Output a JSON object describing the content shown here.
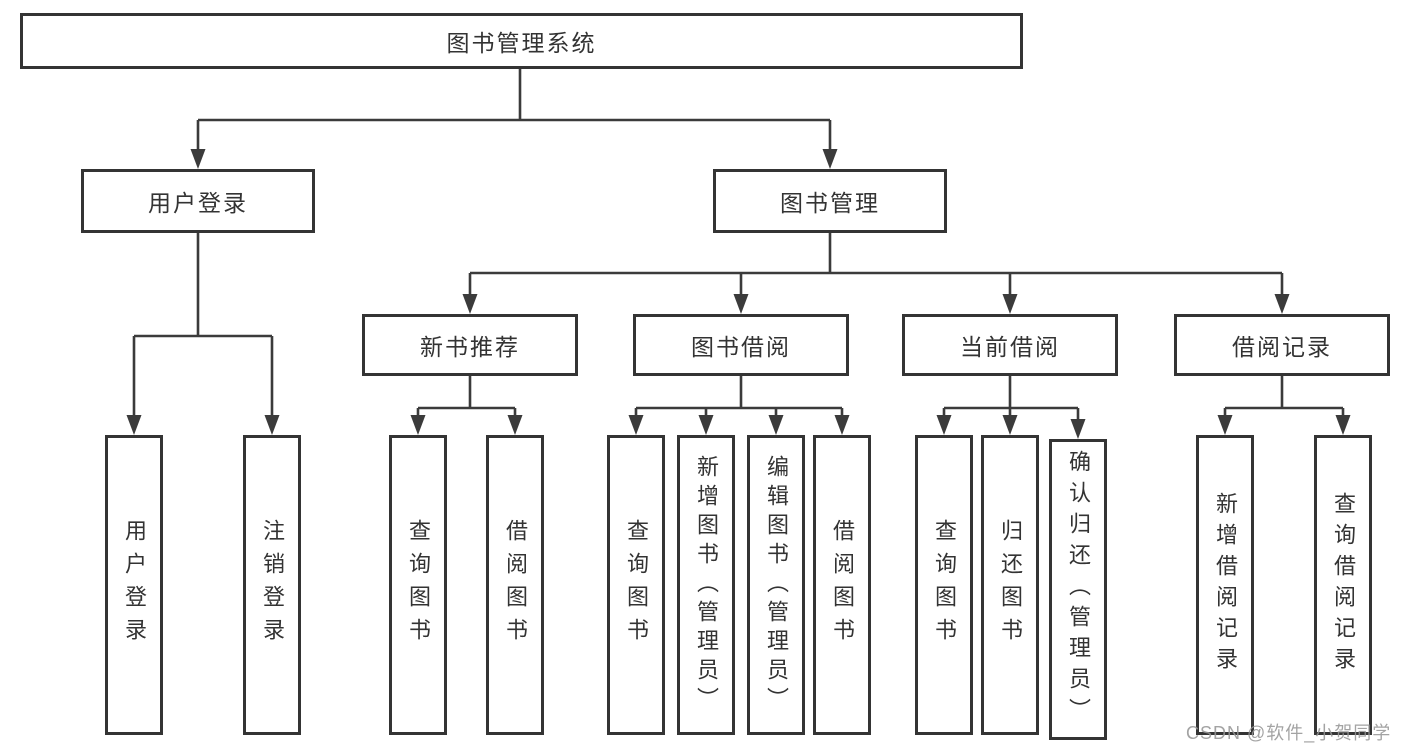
{
  "diagram": {
    "root": {
      "label": "图书管理系统"
    },
    "branches": [
      {
        "label": "用户登录",
        "children": [
          {
            "label": "用户登录"
          },
          {
            "label": "注销登录"
          }
        ]
      },
      {
        "label": "图书管理",
        "groups": [
          {
            "label": "新书推荐",
            "children": [
              {
                "label": "查询图书"
              },
              {
                "label": "借阅图书"
              }
            ]
          },
          {
            "label": "图书借阅",
            "children": [
              {
                "label": "查询图书"
              },
              {
                "label": "新增图书（管理员）"
              },
              {
                "label": "编辑图书（管理员）"
              },
              {
                "label": "借阅图书"
              }
            ]
          },
          {
            "label": "当前借阅",
            "children": [
              {
                "label": "查询图书"
              },
              {
                "label": "归还图书"
              },
              {
                "label": "确认归还（管理员）"
              }
            ]
          },
          {
            "label": "借阅记录",
            "children": [
              {
                "label": "新增借阅记录"
              },
              {
                "label": "查询借阅记录"
              }
            ]
          }
        ]
      }
    ]
  },
  "watermark": {
    "text": "CSDN @软件_小贺同学"
  },
  "colors": {
    "background": "#ffffff",
    "line": "#3b3b3b",
    "box_border": "#343434",
    "text": "#333333",
    "watermark": "#969696"
  }
}
